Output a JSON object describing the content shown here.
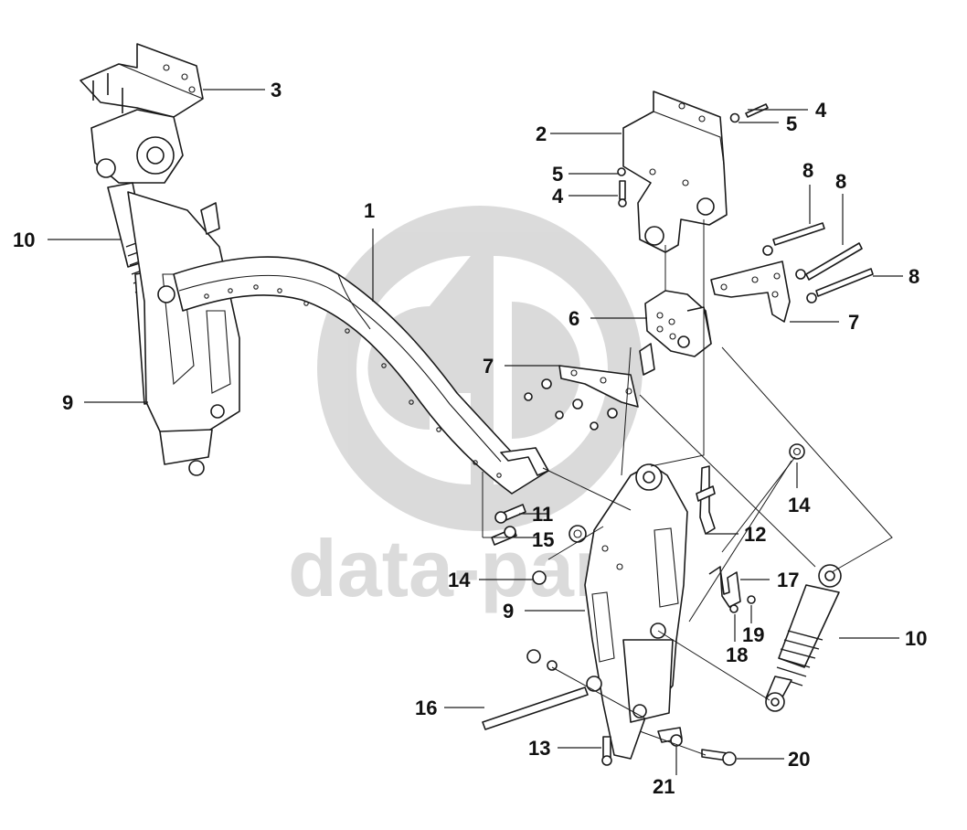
{
  "watermark": {
    "logo_letters": "GD",
    "text": "data-parts",
    "color": "#cccccc"
  },
  "callouts": [
    {
      "id": "c1",
      "label": "1"
    },
    {
      "id": "c2",
      "label": "2"
    },
    {
      "id": "c3",
      "label": "3"
    },
    {
      "id": "c4a",
      "label": "4"
    },
    {
      "id": "c4b",
      "label": "4"
    },
    {
      "id": "c5a",
      "label": "5"
    },
    {
      "id": "c5b",
      "label": "5"
    },
    {
      "id": "c6",
      "label": "6"
    },
    {
      "id": "c7a",
      "label": "7"
    },
    {
      "id": "c7b",
      "label": "7"
    },
    {
      "id": "c8a",
      "label": "8"
    },
    {
      "id": "c8b",
      "label": "8"
    },
    {
      "id": "c8c",
      "label": "8"
    },
    {
      "id": "c9a",
      "label": "9"
    },
    {
      "id": "c9b",
      "label": "9"
    },
    {
      "id": "c10a",
      "label": "10"
    },
    {
      "id": "c10b",
      "label": "10"
    },
    {
      "id": "c11",
      "label": "11"
    },
    {
      "id": "c12",
      "label": "12"
    },
    {
      "id": "c13",
      "label": "13"
    },
    {
      "id": "c14a",
      "label": "14"
    },
    {
      "id": "c14b",
      "label": "14"
    },
    {
      "id": "c15",
      "label": "15"
    },
    {
      "id": "c16",
      "label": "16"
    },
    {
      "id": "c17",
      "label": "17"
    },
    {
      "id": "c18",
      "label": "18"
    },
    {
      "id": "c19",
      "label": "19"
    },
    {
      "id": "c20",
      "label": "20"
    },
    {
      "id": "c21",
      "label": "21"
    }
  ]
}
